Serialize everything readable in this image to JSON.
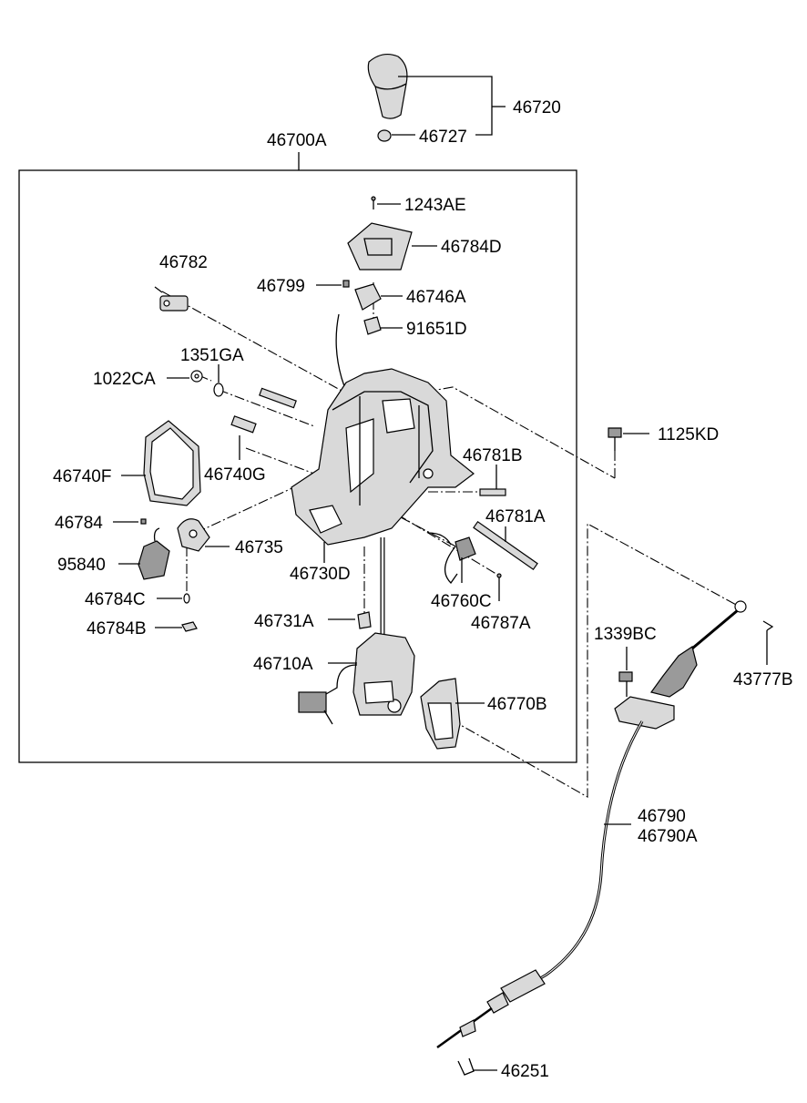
{
  "labels": {
    "p46720": "46720",
    "p46727": "46727",
    "p46700A": "46700A",
    "p1243AE": "1243AE",
    "p46784D": "46784D",
    "p46782": "46782",
    "p46799": "46799",
    "p46746A": "46746A",
    "p91651D": "91651D",
    "p1351GA": "1351GA",
    "p1022CA": "1022CA",
    "p1125KD": "1125KD",
    "p46781B": "46781B",
    "p46740F": "46740F",
    "p46740G": "46740G",
    "p46781A": "46781A",
    "p46784": "46784",
    "p46735": "46735",
    "p95840": "95840",
    "p46730D": "46730D",
    "p46760C": "46760C",
    "p46784C": "46784C",
    "p46787A": "46787A",
    "p46731A": "46731A",
    "p46784B": "46784B",
    "p1339BC": "1339BC",
    "p43777B": "43777B",
    "p46710A": "46710A",
    "p46770B": "46770B",
    "p46790": "46790",
    "p46790A": "46790A",
    "p46251": "46251"
  }
}
